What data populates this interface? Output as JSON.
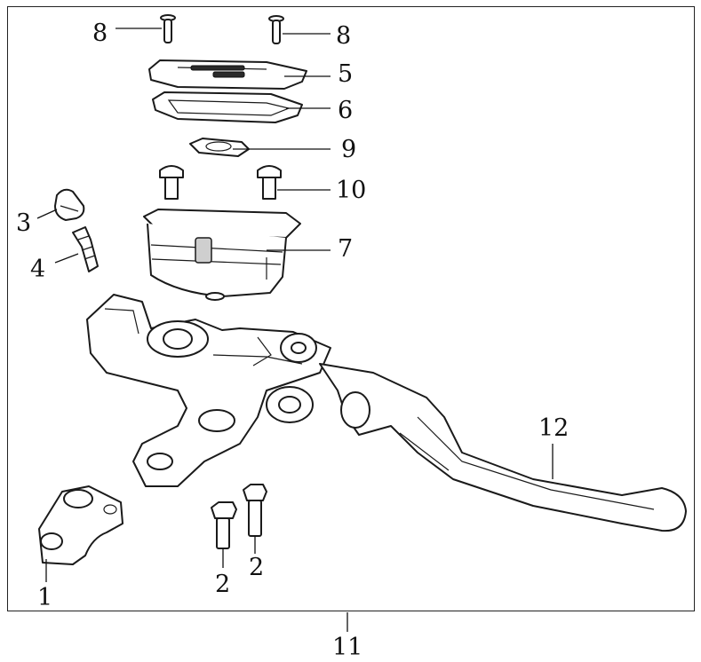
{
  "diagram": {
    "callouts": [
      {
        "id": "c8a",
        "label": "8"
      },
      {
        "id": "c8b",
        "label": "8"
      },
      {
        "id": "c5",
        "label": "5"
      },
      {
        "id": "c6",
        "label": "6"
      },
      {
        "id": "c9",
        "label": "9"
      },
      {
        "id": "c10",
        "label": "10"
      },
      {
        "id": "c3",
        "label": "3"
      },
      {
        "id": "c7",
        "label": "7"
      },
      {
        "id": "c4",
        "label": "4"
      },
      {
        "id": "c12",
        "label": "12"
      },
      {
        "id": "c1",
        "label": "1"
      },
      {
        "id": "c2a",
        "label": "2"
      },
      {
        "id": "c2b",
        "label": "2"
      },
      {
        "id": "c11",
        "label": "11"
      }
    ]
  }
}
